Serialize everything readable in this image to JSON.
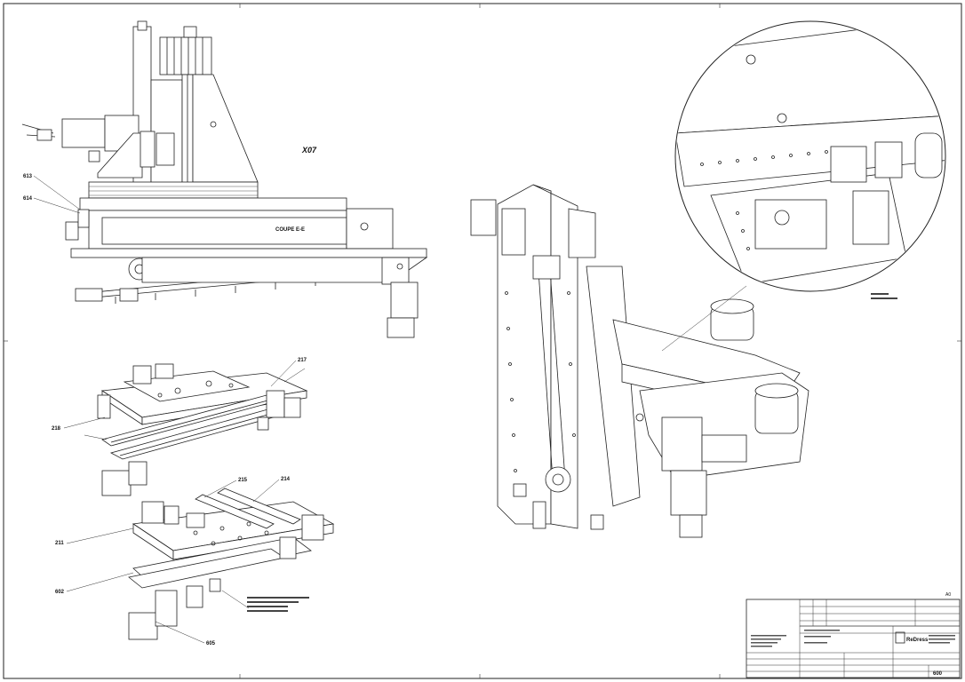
{
  "section_label": "X07",
  "section_title": "COUPE E-E",
  "callouts": {
    "c613": "613",
    "c614": "614",
    "c217": "217",
    "c218": "218",
    "c215": "215",
    "c214": "214",
    "c211": "211",
    "c602": "602",
    "c605": "605"
  },
  "sheet_format": "A0",
  "title_block": {
    "company": "ReDress",
    "drawing_no": "600"
  }
}
